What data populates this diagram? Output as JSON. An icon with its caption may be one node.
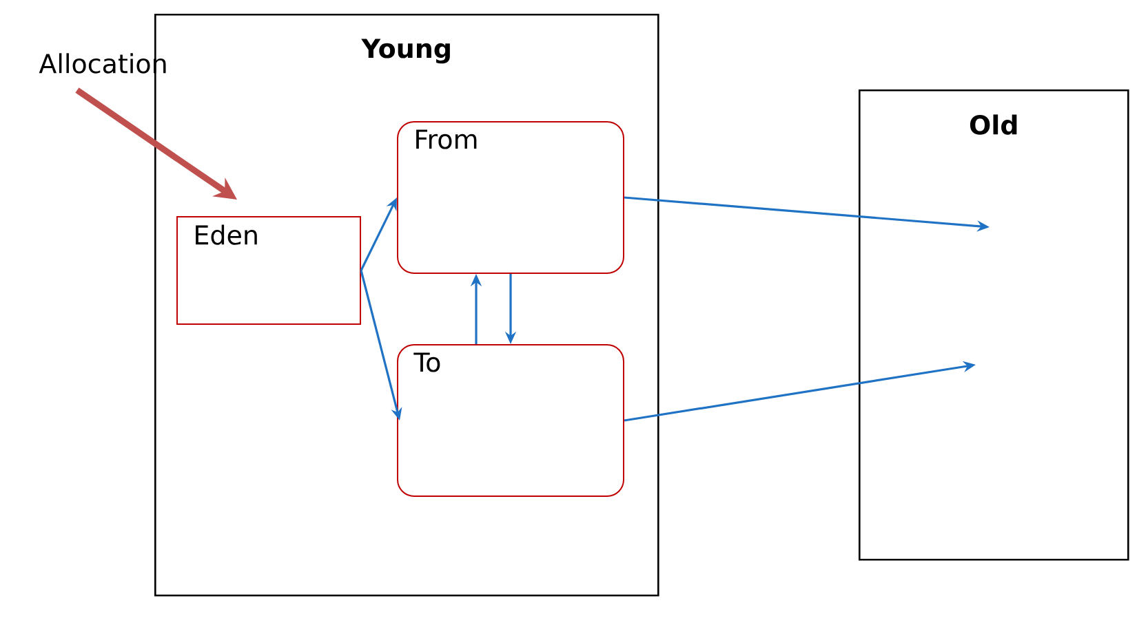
{
  "diagram": {
    "nodes": [
      {
        "text": [
          "Young"
        ]
      },
      {
        "text": [
          "Eden"
        ],
        "in": 0
      },
      {
        "text": [
          "From"
        ],
        "in": 0
      },
      {
        "text": [
          "To"
        ],
        "in": 0
      },
      {
        "text": [
          "Old"
        ]
      },
      {
        "text": [
          "Allocation"
        ]
      }
    ],
    "edges": [
      {
        "from": 5,
        "to": 1,
        "arrow": "to",
        "style": "thick",
        "color": "#c0504d"
      },
      {
        "from": 1,
        "to": 2,
        "arrow": "to"
      },
      {
        "from": 1,
        "to": 3,
        "arrow": "to"
      },
      {
        "from": 3,
        "to": 2,
        "arrow": "to"
      },
      {
        "from": 2,
        "to": 3,
        "arrow": "to"
      },
      {
        "from": 2,
        "to": 4,
        "arrow": "to"
      },
      {
        "from": 3,
        "to": 4,
        "arrow": "to"
      }
    ]
  }
}
